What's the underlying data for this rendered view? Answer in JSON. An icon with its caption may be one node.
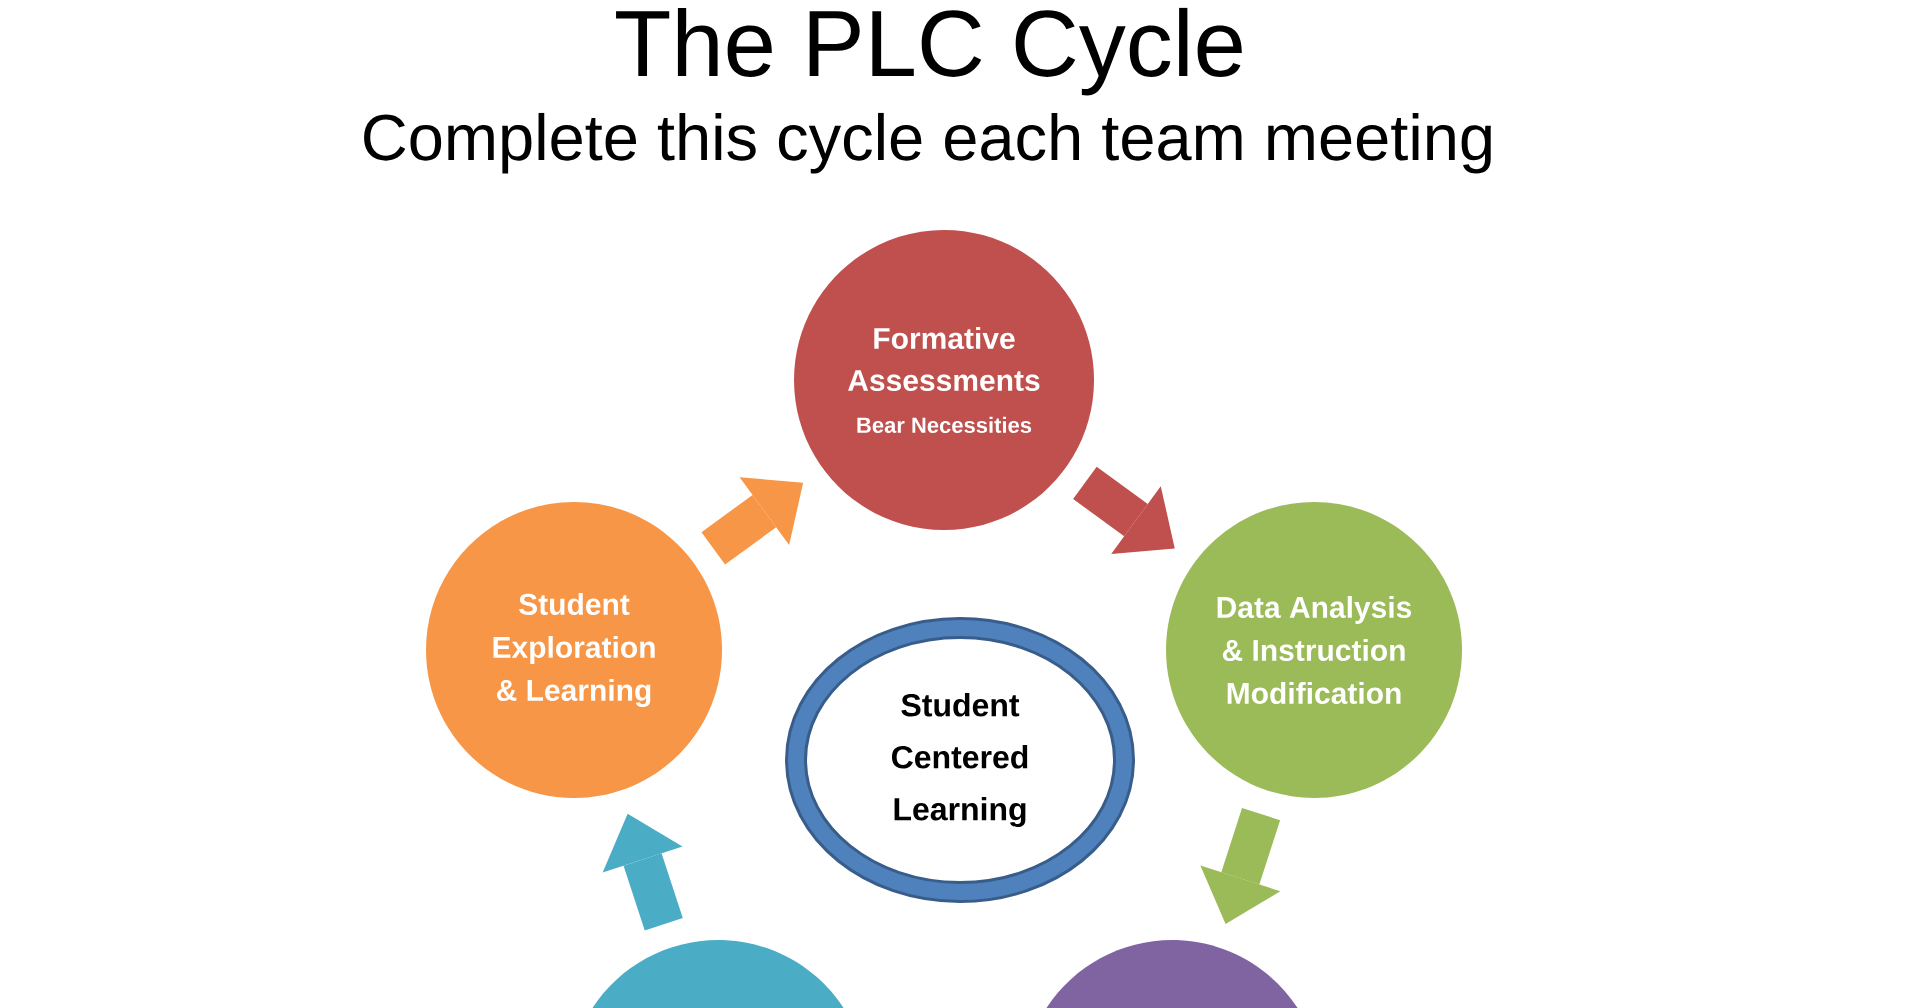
{
  "diagram": {
    "title": "The PLC Cycle",
    "nodes": [
      {
        "text": [
          "Formative Assessments",
          "Bear Necessities"
        ]
      },
      {
        "text": [
          "Student Exploration & Learning"
        ]
      },
      {
        "text": [
          "Data Analysis & Instruction Modification"
        ]
      },
      {
        "text": [
          "Student Centered Learning"
        ]
      },
      {
        "text": [],
        "shape": "circle"
      },
      {
        "text": [],
        "shape": "circle"
      }
    ],
    "edges": [
      {
        "from": 1,
        "to": 0,
        "arrow": "to",
        "color": "#f79646"
      },
      {
        "from": 0,
        "to": 2,
        "arrow": "to",
        "color": "#c0504d"
      },
      {
        "from": 2,
        "to": 5,
        "arrow": "to",
        "color": "#9bbb59"
      },
      {
        "from": 4,
        "to": 1,
        "arrow": "to",
        "color": "#4bacc6"
      }
    ],
    "labels": [
      "Complete this cycle each team meeting"
    ]
  }
}
